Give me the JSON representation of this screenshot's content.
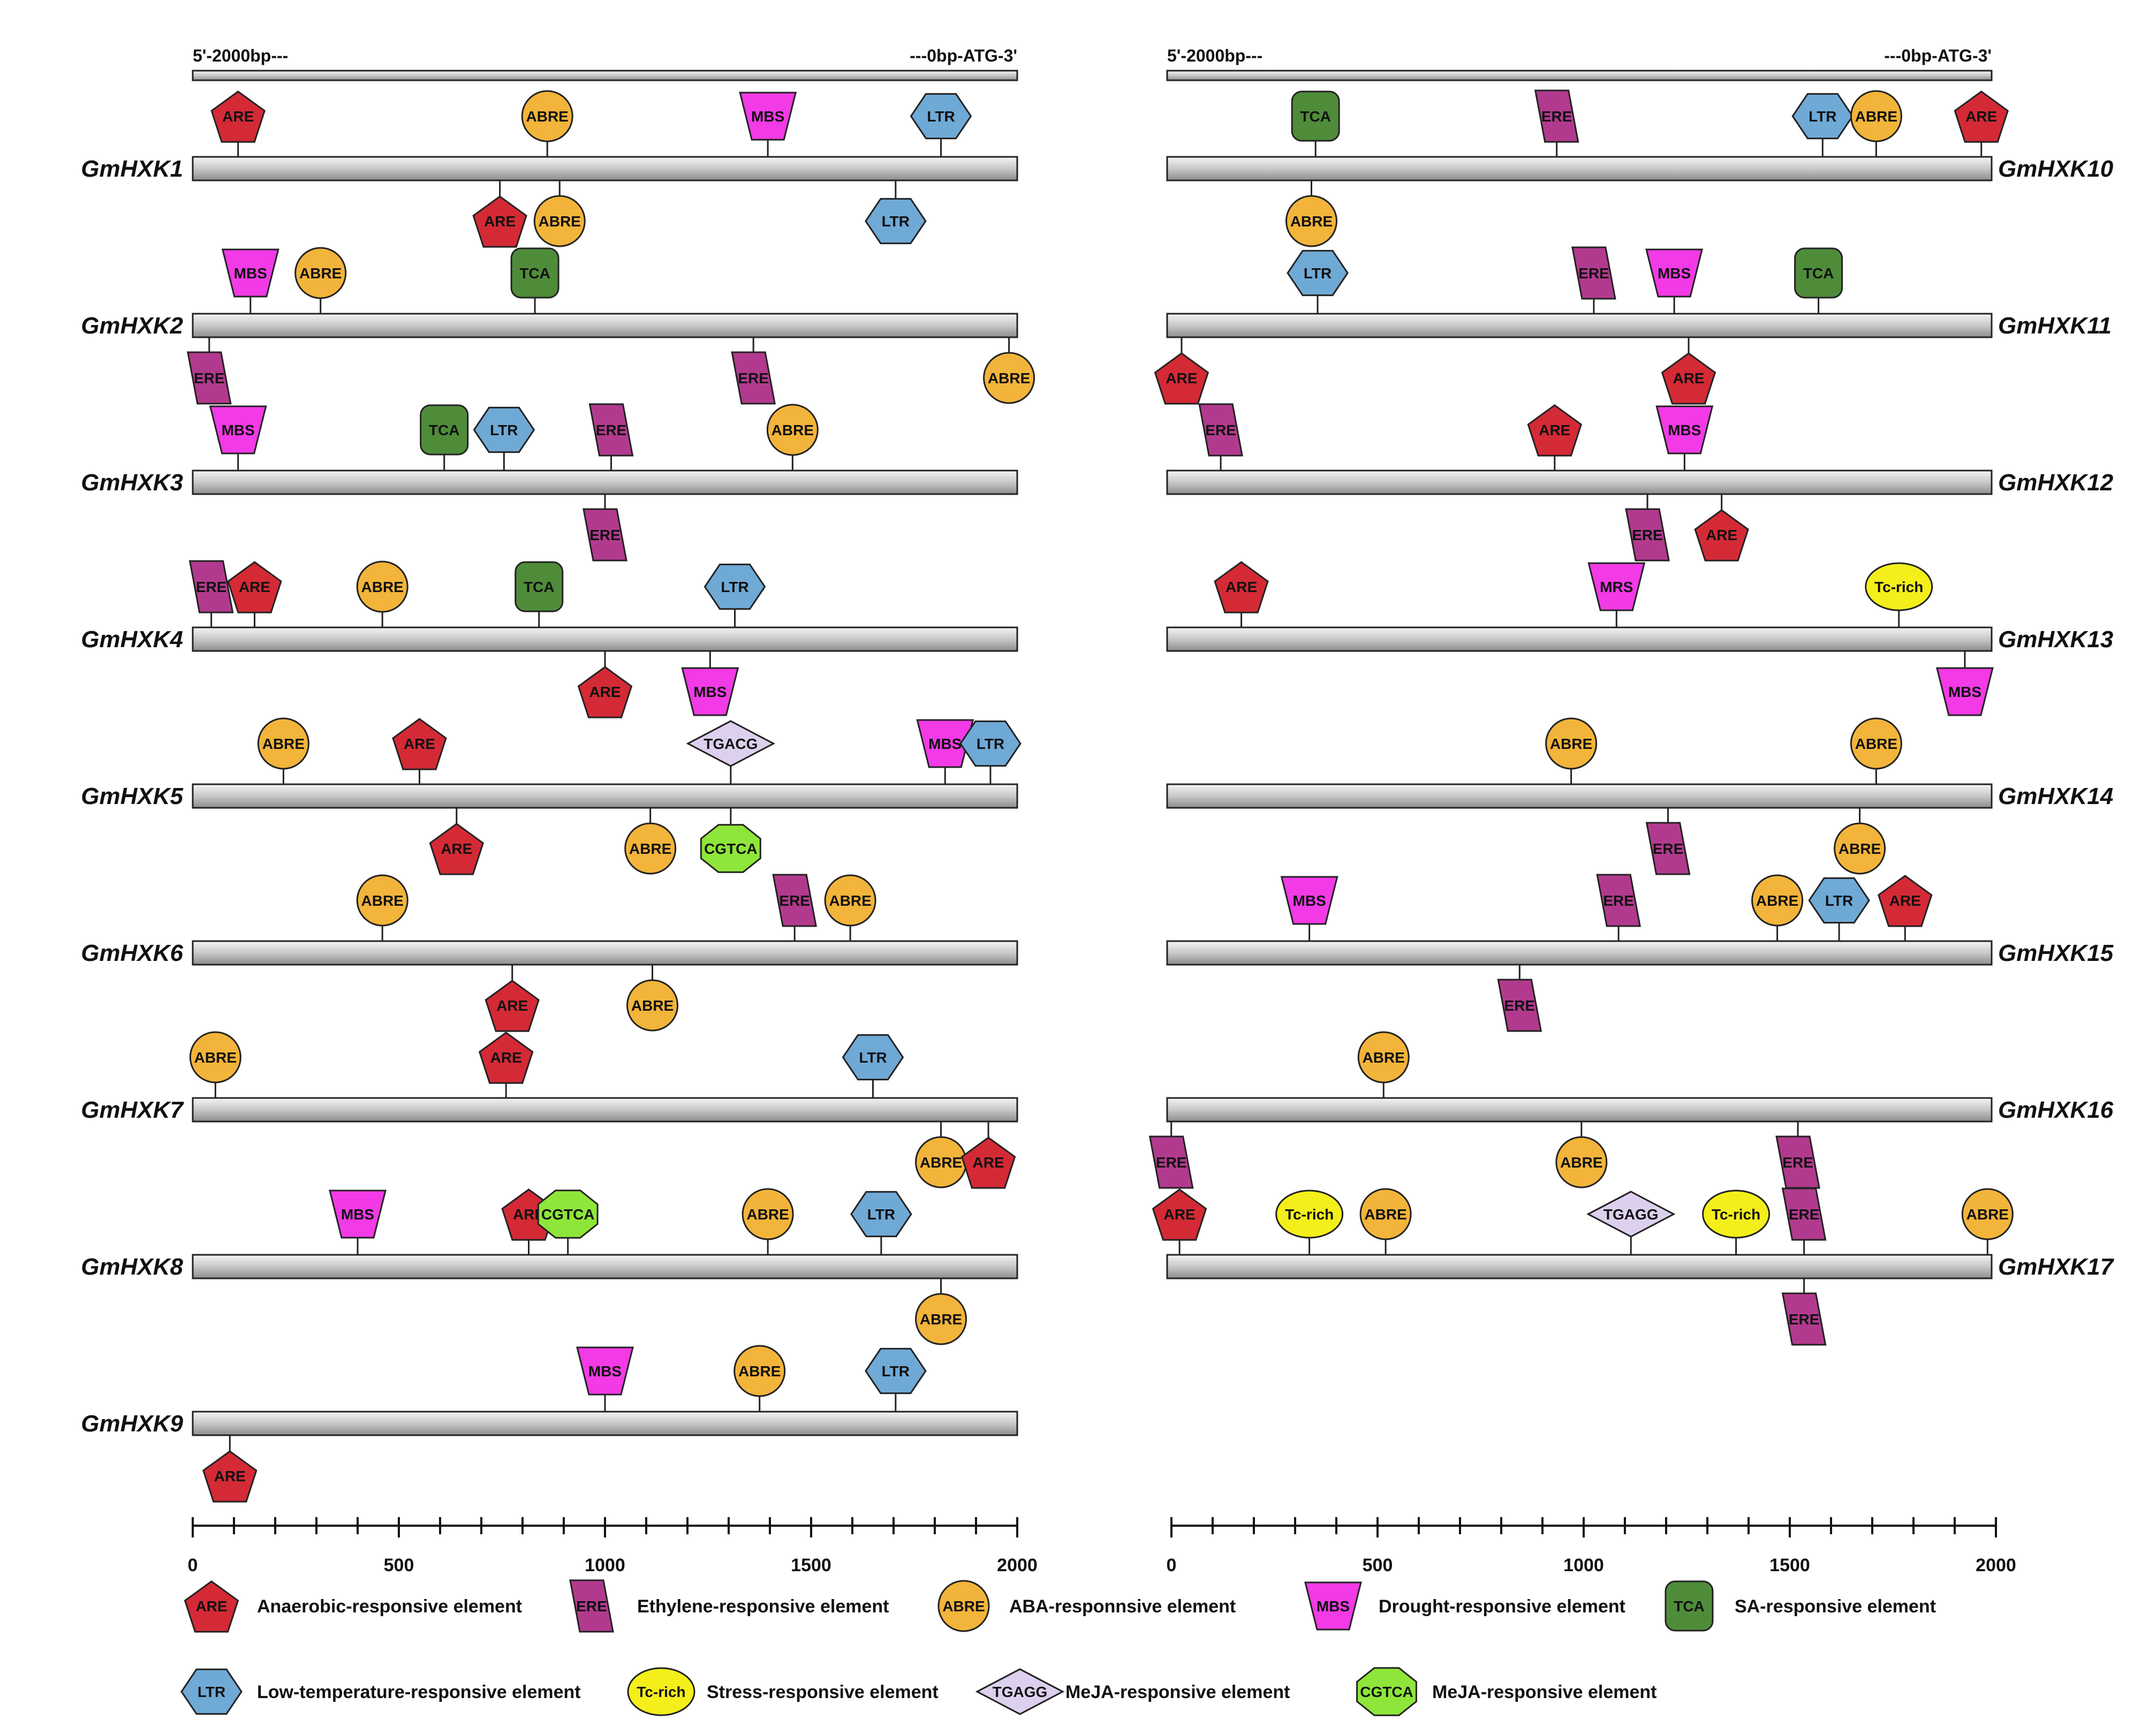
{
  "header": {
    "left_label": "5'-2000bp---",
    "right_label": "---0bp-ATG-3'"
  },
  "axis": {
    "min": 0,
    "max": 2000,
    "tick_labels": [
      "0",
      "500",
      "1000",
      "1500",
      "2000"
    ]
  },
  "colors": {
    "ARE": "#d42a36",
    "ERE": "#b23a8e",
    "ABRE": "#f2b43a",
    "MBS": "#f23ae6",
    "TCA": "#4f8c3a",
    "LTR": "#6fa9d6",
    "Tc-rich": "#f4ef1a",
    "TGACG": "#ddd0ee",
    "CGTCA": "#8fe63a"
  },
  "element_shapes": {
    "ARE": "pentagon",
    "ERE": "parallelogram",
    "ABRE": "circle",
    "MBS": "trapezoid",
    "TCA": "rounded-square",
    "LTR": "hexagon",
    "Tc-rich": "ellipse",
    "TGACG": "diamond",
    "TGAGG": "diamond",
    "CGTCA": "octagon",
    "MRS": "trapezoid"
  },
  "panels": [
    {
      "genes": [
        {
          "name": "GmHXK1",
          "elements": [
            {
              "label": "ARE",
              "type": "ARE",
              "pos": 110,
              "side": "top"
            },
            {
              "label": "ABRE",
              "type": "ABRE",
              "pos": 860,
              "side": "top"
            },
            {
              "label": "MBS",
              "type": "MBS",
              "pos": 1395,
              "side": "top"
            },
            {
              "label": "LTR",
              "type": "LTR",
              "pos": 1815,
              "side": "top"
            },
            {
              "label": "ARE",
              "type": "ARE",
              "pos": 745,
              "side": "bottom"
            },
            {
              "label": "ABRE",
              "type": "ABRE",
              "pos": 890,
              "side": "bottom"
            },
            {
              "label": "LTR",
              "type": "LTR",
              "pos": 1705,
              "side": "bottom"
            }
          ]
        },
        {
          "name": "GmHXK2",
          "elements": [
            {
              "label": "MBS",
              "type": "MBS",
              "pos": 140,
              "side": "top"
            },
            {
              "label": "ABRE",
              "type": "ABRE",
              "pos": 310,
              "side": "top"
            },
            {
              "label": "TCA",
              "type": "TCA",
              "pos": 830,
              "side": "top"
            },
            {
              "label": "ERE",
              "type": "ERE",
              "pos": 40,
              "side": "bottom"
            },
            {
              "label": "ERE",
              "type": "ERE",
              "pos": 1360,
              "side": "bottom"
            },
            {
              "label": "ABRE",
              "type": "ABRE",
              "pos": 1980,
              "side": "bottom"
            }
          ]
        },
        {
          "name": "GmHXK3",
          "elements": [
            {
              "label": "MBS",
              "type": "MBS",
              "pos": 110,
              "side": "top"
            },
            {
              "label": "TCA",
              "type": "TCA",
              "pos": 610,
              "side": "top"
            },
            {
              "label": "LTR",
              "type": "LTR",
              "pos": 755,
              "side": "top"
            },
            {
              "label": "ERE",
              "type": "ERE",
              "pos": 1015,
              "side": "top"
            },
            {
              "label": "ABRE",
              "type": "ABRE",
              "pos": 1455,
              "side": "top"
            },
            {
              "label": "ERE",
              "type": "ERE",
              "pos": 1000,
              "side": "bottom"
            }
          ]
        },
        {
          "name": "GmHXK4",
          "elements": [
            {
              "label": "ERE",
              "type": "ERE",
              "pos": 45,
              "side": "top"
            },
            {
              "label": "ARE",
              "type": "ARE",
              "pos": 150,
              "side": "top"
            },
            {
              "label": "ABRE",
              "type": "ABRE",
              "pos": 460,
              "side": "top"
            },
            {
              "label": "TCA",
              "type": "TCA",
              "pos": 840,
              "side": "top"
            },
            {
              "label": "LTR",
              "type": "LTR",
              "pos": 1315,
              "side": "top"
            },
            {
              "label": "ARE",
              "type": "ARE",
              "pos": 1000,
              "side": "bottom"
            },
            {
              "label": "MBS",
              "type": "MBS",
              "pos": 1255,
              "side": "bottom"
            }
          ]
        },
        {
          "name": "GmHXK5",
          "elements": [
            {
              "label": "ABRE",
              "type": "ABRE",
              "pos": 220,
              "side": "top"
            },
            {
              "label": "ARE",
              "type": "ARE",
              "pos": 550,
              "side": "top"
            },
            {
              "label": "TGACG",
              "type": "TGACG",
              "pos": 1305,
              "side": "top"
            },
            {
              "label": "MBS",
              "type": "MBS",
              "pos": 1825,
              "side": "top"
            },
            {
              "label": "LTR",
              "type": "LTR",
              "pos": 1935,
              "side": "top"
            },
            {
              "label": "ARE",
              "type": "ARE",
              "pos": 640,
              "side": "bottom"
            },
            {
              "label": "ABRE",
              "type": "ABRE",
              "pos": 1110,
              "side": "bottom"
            },
            {
              "label": "CGTCA",
              "type": "CGTCA",
              "pos": 1305,
              "side": "bottom"
            }
          ]
        },
        {
          "name": "GmHXK6",
          "elements": [
            {
              "label": "ABRE",
              "type": "ABRE",
              "pos": 460,
              "side": "top"
            },
            {
              "label": "ERE",
              "type": "ERE",
              "pos": 1460,
              "side": "top"
            },
            {
              "label": "ABRE",
              "type": "ABRE",
              "pos": 1595,
              "side": "top"
            },
            {
              "label": "ARE",
              "type": "ARE",
              "pos": 775,
              "side": "bottom"
            },
            {
              "label": "ABRE",
              "type": "ABRE",
              "pos": 1115,
              "side": "bottom"
            }
          ]
        },
        {
          "name": "GmHXK7",
          "elements": [
            {
              "label": "ABRE",
              "type": "ABRE",
              "pos": 55,
              "side": "top"
            },
            {
              "label": "ARE",
              "type": "ARE",
              "pos": 760,
              "side": "top"
            },
            {
              "label": "LTR",
              "type": "LTR",
              "pos": 1650,
              "side": "top"
            },
            {
              "label": "ABRE",
              "type": "ABRE",
              "pos": 1815,
              "side": "bottom"
            },
            {
              "label": "ARE",
              "type": "ARE",
              "pos": 1930,
              "side": "bottom"
            }
          ]
        },
        {
          "name": "GmHXK8",
          "elements": [
            {
              "label": "MBS",
              "type": "MBS",
              "pos": 400,
              "side": "top"
            },
            {
              "label": "ARE",
              "type": "ARE",
              "pos": 815,
              "side": "top"
            },
            {
              "label": "CGTCA",
              "type": "CGTCA",
              "pos": 910,
              "side": "top"
            },
            {
              "label": "ABRE",
              "type": "ABRE",
              "pos": 1395,
              "side": "top"
            },
            {
              "label": "LTR",
              "type": "LTR",
              "pos": 1670,
              "side": "top"
            },
            {
              "label": "ABRE",
              "type": "ABRE",
              "pos": 1815,
              "side": "bottom"
            }
          ]
        },
        {
          "name": "GmHXK9",
          "elements": [
            {
              "label": "MBS",
              "type": "MBS",
              "pos": 1000,
              "side": "top"
            },
            {
              "label": "ABRE",
              "type": "ABRE",
              "pos": 1375,
              "side": "top"
            },
            {
              "label": "LTR",
              "type": "LTR",
              "pos": 1705,
              "side": "top"
            },
            {
              "label": "ARE",
              "type": "ARE",
              "pos": 90,
              "side": "bottom"
            }
          ]
        }
      ]
    },
    {
      "genes": [
        {
          "name": "GmHXK10",
          "elements": [
            {
              "label": "TCA",
              "type": "TCA",
              "pos": 360,
              "side": "top"
            },
            {
              "label": "ERE",
              "type": "ERE",
              "pos": 945,
              "side": "top"
            },
            {
              "label": "LTR",
              "type": "LTR",
              "pos": 1590,
              "side": "top"
            },
            {
              "label": "ABRE",
              "type": "ABRE",
              "pos": 1720,
              "side": "top"
            },
            {
              "label": "ARE",
              "type": "ARE",
              "pos": 1975,
              "side": "top"
            },
            {
              "label": "ABRE",
              "type": "ABRE",
              "pos": 350,
              "side": "bottom"
            }
          ]
        },
        {
          "name": "GmHXK11",
          "elements": [
            {
              "label": "LTR",
              "type": "LTR",
              "pos": 365,
              "side": "top"
            },
            {
              "label": "ERE",
              "type": "ERE",
              "pos": 1035,
              "side": "top"
            },
            {
              "label": "MBS",
              "type": "MBS",
              "pos": 1230,
              "side": "top"
            },
            {
              "label": "TCA",
              "type": "TCA",
              "pos": 1580,
              "side": "top"
            },
            {
              "label": "ARE",
              "type": "ARE",
              "pos": 35,
              "side": "bottom"
            },
            {
              "label": "ARE",
              "type": "ARE",
              "pos": 1265,
              "side": "bottom"
            }
          ]
        },
        {
          "name": "GmHXK12",
          "elements": [
            {
              "label": "ERE",
              "type": "ERE",
              "pos": 130,
              "side": "top"
            },
            {
              "label": "ARE",
              "type": "ARE",
              "pos": 940,
              "side": "top"
            },
            {
              "label": "MBS",
              "type": "MBS",
              "pos": 1255,
              "side": "top"
            },
            {
              "label": "ERE",
              "type": "ERE",
              "pos": 1165,
              "side": "bottom"
            },
            {
              "label": "ARE",
              "type": "ARE",
              "pos": 1345,
              "side": "bottom"
            }
          ]
        },
        {
          "name": "GmHXK13",
          "elements": [
            {
              "label": "ARE",
              "type": "ARE",
              "pos": 180,
              "side": "top"
            },
            {
              "label": "MRS",
              "type": "MBS",
              "pos": 1090,
              "side": "top"
            },
            {
              "label": "Tc-rich",
              "type": "Tc-rich",
              "pos": 1775,
              "side": "top"
            },
            {
              "label": "MBS",
              "type": "MBS",
              "pos": 1935,
              "side": "bottom"
            }
          ]
        },
        {
          "name": "GmHXK14",
          "elements": [
            {
              "label": "ABRE",
              "type": "ABRE",
              "pos": 980,
              "side": "top"
            },
            {
              "label": "ABRE",
              "type": "ABRE",
              "pos": 1720,
              "side": "top"
            },
            {
              "label": "ERE",
              "type": "ERE",
              "pos": 1215,
              "side": "bottom"
            },
            {
              "label": "ABRE",
              "type": "ABRE",
              "pos": 1680,
              "side": "bottom"
            }
          ]
        },
        {
          "name": "GmHXK15",
          "elements": [
            {
              "label": "MBS",
              "type": "MBS",
              "pos": 345,
              "side": "top"
            },
            {
              "label": "ERE",
              "type": "ERE",
              "pos": 1095,
              "side": "top"
            },
            {
              "label": "ABRE",
              "type": "ABRE",
              "pos": 1480,
              "side": "top"
            },
            {
              "label": "LTR",
              "type": "LTR",
              "pos": 1630,
              "side": "top"
            },
            {
              "label": "ARE",
              "type": "ARE",
              "pos": 1790,
              "side": "top"
            },
            {
              "label": "ERE",
              "type": "ERE",
              "pos": 855,
              "side": "bottom"
            }
          ]
        },
        {
          "name": "GmHXK16",
          "elements": [
            {
              "label": "ABRE",
              "type": "ABRE",
              "pos": 525,
              "side": "top"
            },
            {
              "label": "ERE",
              "type": "ERE",
              "pos": 10,
              "side": "bottom"
            },
            {
              "label": "ABRE",
              "type": "ABRE",
              "pos": 1005,
              "side": "bottom"
            },
            {
              "label": "ERE",
              "type": "ERE",
              "pos": 1530,
              "side": "bottom"
            }
          ]
        },
        {
          "name": "GmHXK17",
          "elements": [
            {
              "label": "ARE",
              "type": "ARE",
              "pos": 30,
              "side": "top"
            },
            {
              "label": "Tc-rich",
              "type": "Tc-rich",
              "pos": 345,
              "side": "top"
            },
            {
              "label": "ABRE",
              "type": "ABRE",
              "pos": 530,
              "side": "top"
            },
            {
              "label": "TGAGG",
              "type": "TGACG",
              "pos": 1125,
              "side": "top"
            },
            {
              "label": "Tc-rich",
              "type": "Tc-rich",
              "pos": 1380,
              "side": "top"
            },
            {
              "label": "ERE",
              "type": "ERE",
              "pos": 1545,
              "side": "top"
            },
            {
              "label": "ABRE",
              "type": "ABRE",
              "pos": 1990,
              "side": "top"
            },
            {
              "label": "ERE",
              "type": "ERE",
              "pos": 1545,
              "side": "bottom"
            }
          ]
        }
      ]
    }
  ],
  "legend": [
    {
      "symbol": "ARE",
      "type": "ARE",
      "text": "Anaerobic-responsive element"
    },
    {
      "symbol": "ERE",
      "type": "ERE",
      "text": "Ethylene-responsive element"
    },
    {
      "symbol": "ABRE",
      "type": "ABRE",
      "text": "ABA-responnsive element"
    },
    {
      "symbol": "MBS",
      "type": "MBS",
      "text": "Drought-responsive element"
    },
    {
      "symbol": "TCA",
      "type": "TCA",
      "text": "SA-responsive element"
    },
    {
      "symbol": "LTR",
      "type": "LTR",
      "text": "Low-temperature-responsive element"
    },
    {
      "symbol": "Tc-rich",
      "type": "Tc-rich",
      "text": "Stress-responsive element"
    },
    {
      "symbol": "TGAGG",
      "type": "TGACG",
      "text": "MeJA-responsive element"
    },
    {
      "symbol": "CGTCA",
      "type": "CGTCA",
      "text": "MeJA-responsive element"
    }
  ]
}
